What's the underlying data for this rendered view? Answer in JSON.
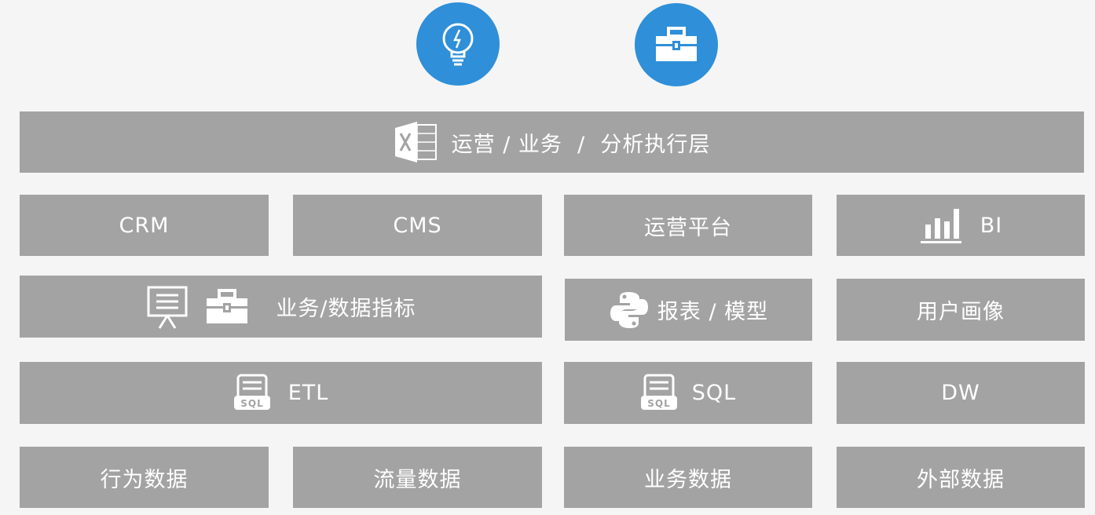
{
  "top_icons": [
    {
      "icon": "lightbulb-icon",
      "color": "#2f8fd8"
    },
    {
      "icon": "toolbox-icon",
      "color": "#2f8fd8"
    }
  ],
  "header": {
    "label": "运营 / 业务  /  分析执行层",
    "icon": "excel-icon"
  },
  "row1": {
    "crm": "CRM",
    "cms": "CMS",
    "ops": "运营平台",
    "bi": "BI"
  },
  "row2": {
    "metrics": "业务/数据指标",
    "report": "报表 / 模型",
    "persona": "用户画像"
  },
  "row3": {
    "etl": "ETL",
    "sql": "SQL",
    "dw": "DW",
    "sql_icon_text": "SQL"
  },
  "row4": {
    "behavior": "行为数据",
    "traffic": "流量数据",
    "business": "业务数据",
    "external": "外部数据"
  },
  "colors": {
    "box": "#a3a3a3",
    "background": "#f5f5f5",
    "accent": "#2f8fd8",
    "text": "#ffffff"
  }
}
